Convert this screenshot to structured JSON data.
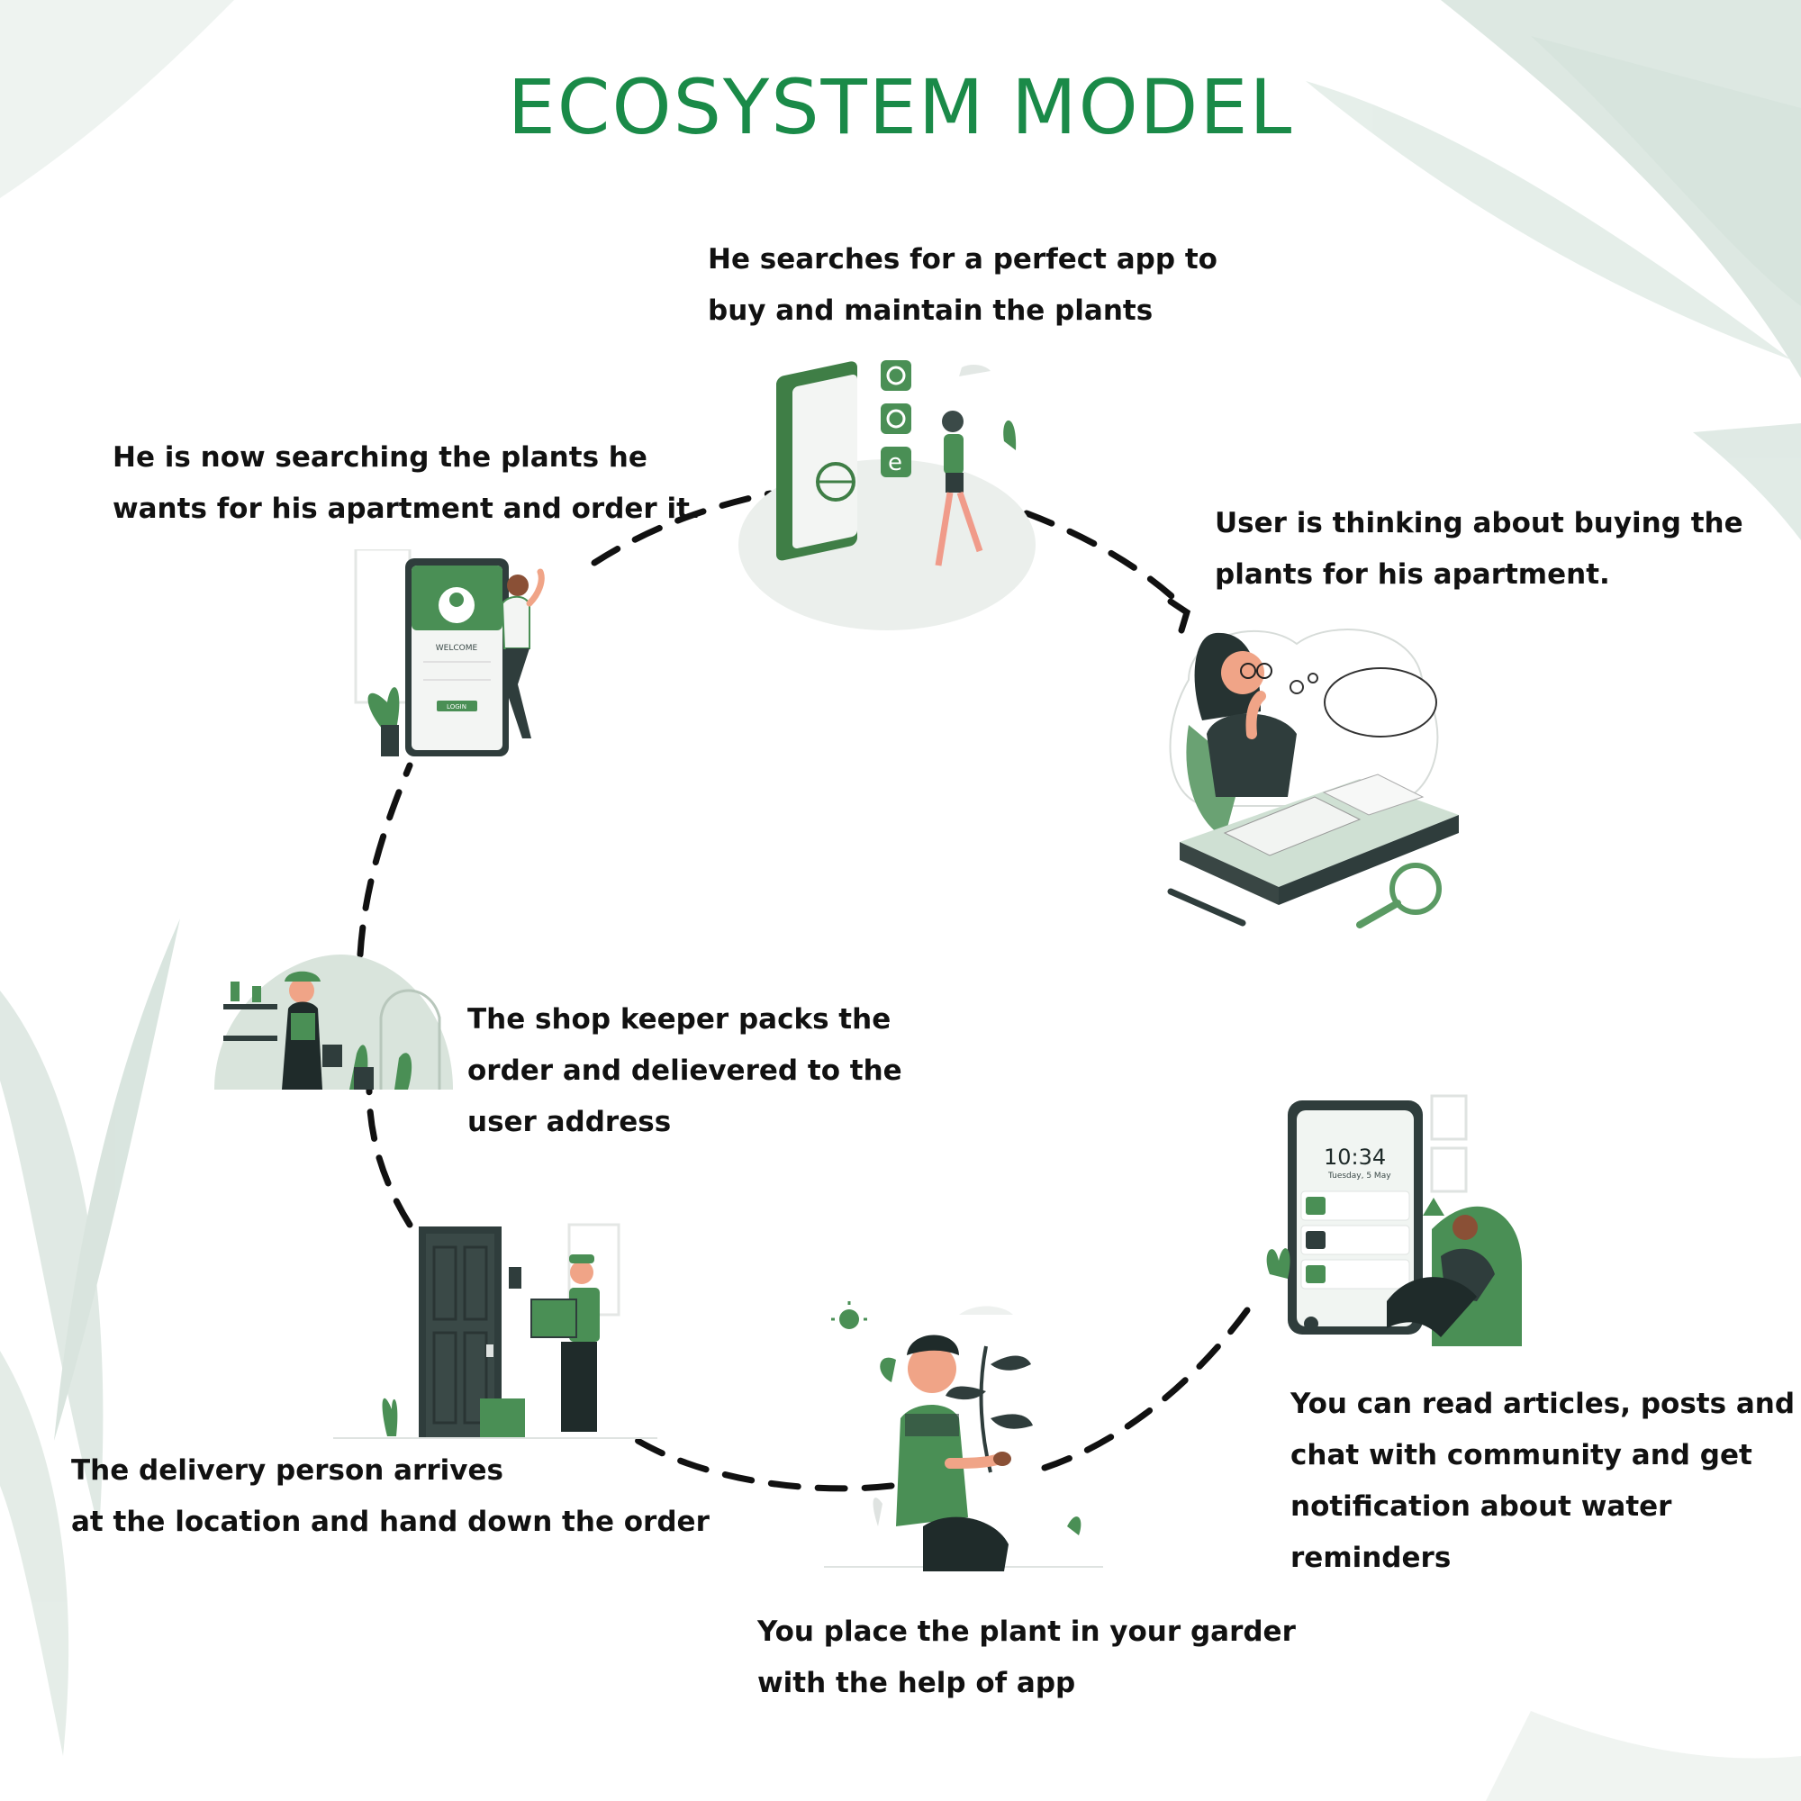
{
  "title": "ECOSYSTEM MODEL",
  "colors": {
    "brand_green": "#1a8a48",
    "illustration_green": "#4a8f55",
    "dark": "#2f3d3c"
  },
  "steps": [
    {
      "id": "search-app",
      "icon": "phone-apps-illustration",
      "lines": [
        "He searches for a perfect app to",
        "buy and maintain the plants"
      ]
    },
    {
      "id": "thinking",
      "icon": "thinking-person-illustration",
      "lines": [
        "User is thinking about buying the",
        "plants for his apartment."
      ]
    },
    {
      "id": "community",
      "icon": "phone-notifications-illustration",
      "lines": [
        "You can read articles, posts and",
        "chat with  community and get",
        "notification about water",
        "reminders"
      ]
    },
    {
      "id": "planting",
      "icon": "gardener-illustration",
      "lines": [
        "You place the plant in your garder",
        "with the help of app"
      ]
    },
    {
      "id": "delivery",
      "icon": "delivery-illustration",
      "lines": [
        "The delivery person arrives",
        "at the location and hand down the order"
      ]
    },
    {
      "id": "shopkeeper",
      "icon": "shopkeeper-illustration",
      "lines": [
        "The shop keeper packs  the",
        "order and delievered to the",
        "user address"
      ]
    },
    {
      "id": "ordering",
      "icon": "login-phone-illustration",
      "lines": [
        "He is now searching the plants he",
        "wants for his apartment and order it."
      ]
    }
  ],
  "illustration_text": {
    "welcome": "WELCOME",
    "login": "LOGIN",
    "clock": "10:34",
    "date": "Tuesday, 5 May"
  }
}
